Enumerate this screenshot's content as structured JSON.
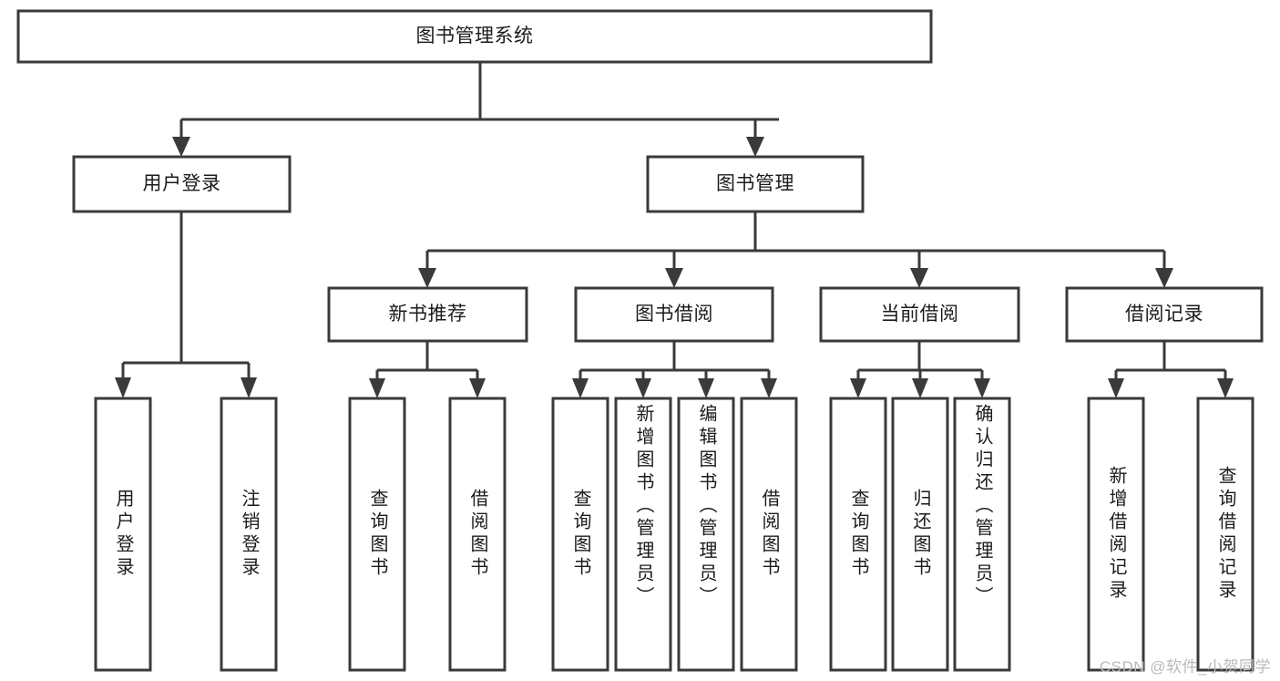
{
  "diagram": {
    "title": "图书管理系统",
    "type": "tree-hierarchy-diagram",
    "colors": {
      "box_stroke": "#3a3a3a",
      "box_fill": "#ffffff",
      "text": "#1b1b1b",
      "background": "#ffffff",
      "watermark": "#b9b9b9"
    },
    "root": {
      "label": "图书管理系统"
    },
    "level1": [
      {
        "label": "用户登录"
      },
      {
        "label": "图书管理"
      }
    ],
    "level2": [
      {
        "label": "新书推荐"
      },
      {
        "label": "图书借阅"
      },
      {
        "label": "当前借阅"
      },
      {
        "label": "借阅记录"
      }
    ],
    "leaves": {
      "user_login": [
        {
          "label": "用户登录"
        },
        {
          "label": "注销登录"
        }
      ],
      "new_book_recommend": [
        {
          "label": "查询图书"
        },
        {
          "label": "借阅图书"
        }
      ],
      "book_borrow": [
        {
          "label": "查询图书"
        },
        {
          "label": "新增图书（管理员）"
        },
        {
          "label": "编辑图书（管理员）"
        },
        {
          "label": "借阅图书"
        }
      ],
      "current_borrow": [
        {
          "label": "查询图书"
        },
        {
          "label": "归还图书"
        },
        {
          "label": "确认归还（管理员）"
        }
      ],
      "borrow_record": [
        {
          "label": "新增借阅记录"
        },
        {
          "label": "查询借阅记录"
        }
      ]
    },
    "watermark": "CSDN @软件_小贺同学"
  }
}
